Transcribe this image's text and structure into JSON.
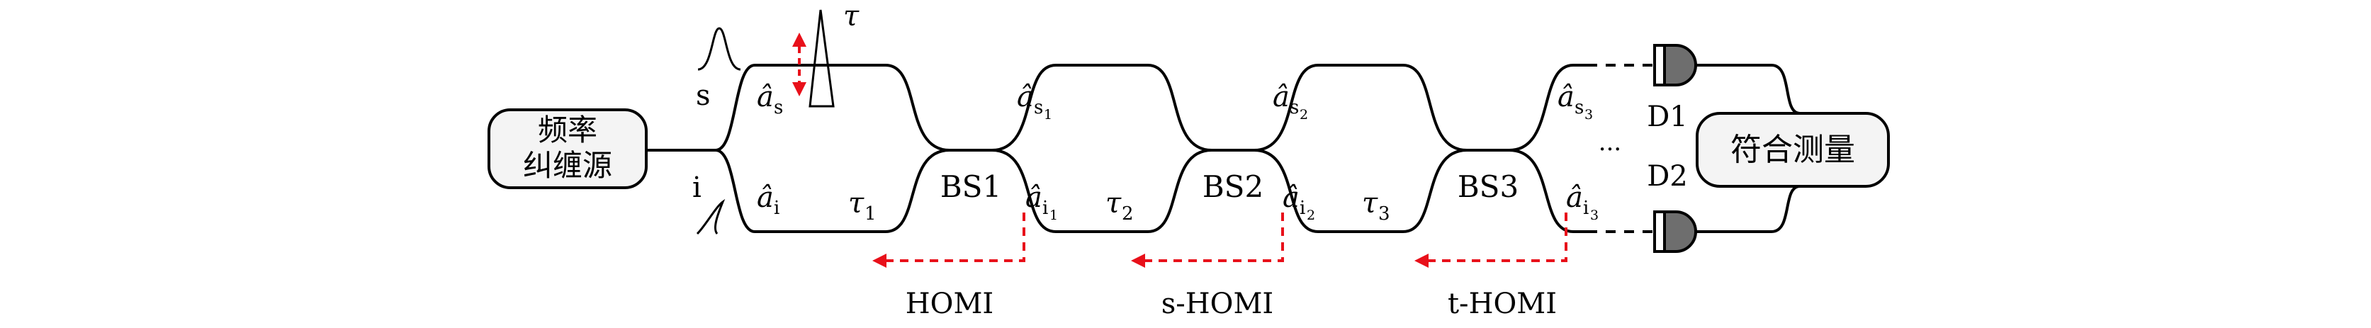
{
  "boxes": {
    "source": [
      "频率",
      "纠缠源"
    ],
    "coincidence": "符合测量"
  },
  "arms": {
    "signal": "s",
    "idler": "i"
  },
  "beam_splitters": [
    "BS1",
    "BS2",
    "BS3"
  ],
  "detectors": [
    "D1",
    "D2"
  ],
  "delays": {
    "tau": "τ",
    "tau1": "τ",
    "tau1_sub": "1",
    "tau2": "τ",
    "tau2_sub": "2",
    "tau3": "τ",
    "tau3_sub": "3"
  },
  "mode_operators": {
    "a_s": {
      "base": "â",
      "sub": "s"
    },
    "a_i": {
      "base": "â",
      "sub": "i"
    },
    "a_s1": {
      "base": "â",
      "sub": "s",
      "subsub": "1"
    },
    "a_i1": {
      "base": "â",
      "sub": "i",
      "subsub": "1"
    },
    "a_s2": {
      "base": "â",
      "sub": "s",
      "subsub": "2"
    },
    "a_i2": {
      "base": "â",
      "sub": "i",
      "subsub": "2"
    },
    "a_s3": {
      "base": "â",
      "sub": "s",
      "subsub": "3"
    },
    "a_i3": {
      "base": "â",
      "sub": "i",
      "subsub": "3"
    }
  },
  "ellipsis": "···",
  "interferometers": [
    "HOMI",
    "s-HOMI",
    "t-HOMI"
  ],
  "colors": {
    "line": "#000000",
    "arrow": "#e8101a",
    "detector": "#6e6e6e",
    "box_fill": "#f4f4f4"
  }
}
